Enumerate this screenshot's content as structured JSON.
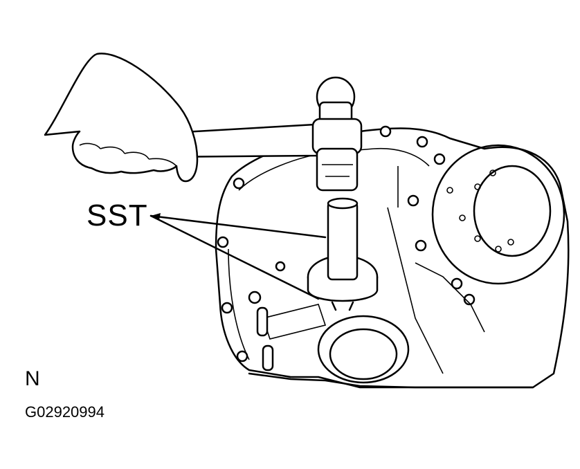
{
  "figure": {
    "callout_label": "SST",
    "view_letter": "N",
    "figure_id": "G02920994"
  },
  "parts": {
    "hand_icon": "hand-icon",
    "hammer_icon": "hammer-icon",
    "tool_icon": "sst-tool-icon",
    "case_icon": "transaxle-case-icon"
  }
}
